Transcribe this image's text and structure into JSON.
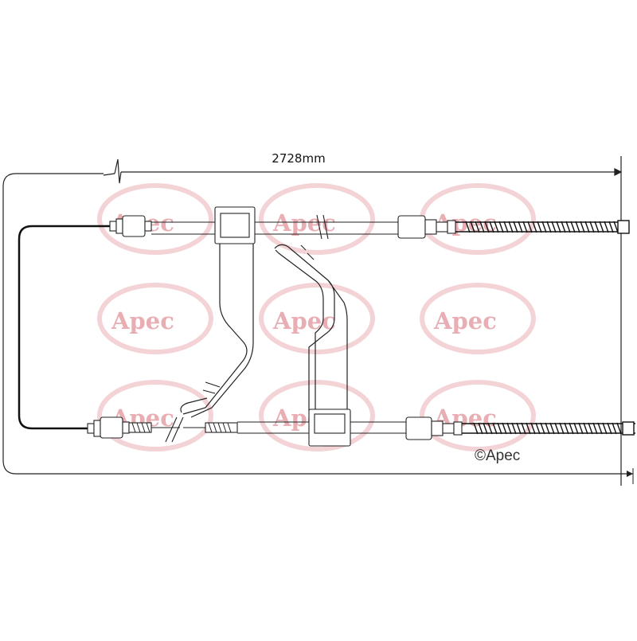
{
  "dimension": {
    "length_label": "2728mm"
  },
  "copyright": {
    "text": "©Apec"
  },
  "watermark": {
    "text": "Apec",
    "color": "#e8aeb4"
  },
  "colors": {
    "line": "#222222",
    "cable": "#111111"
  }
}
